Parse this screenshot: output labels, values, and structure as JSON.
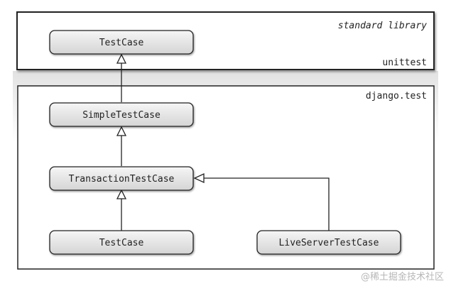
{
  "packages": {
    "stdlib_note": "standard library",
    "unittest": "unittest",
    "django_test": "django.test"
  },
  "classes": {
    "unittest_testcase": "TestCase",
    "simple_testcase": "SimpleTestCase",
    "transaction_testcase": "TransactionTestCase",
    "django_testcase": "TestCase",
    "liveserver_testcase": "LiveServerTestCase"
  },
  "watermark": "@稀土掘金技术社区",
  "colors": {
    "box_fill_top": "#f4f4f4",
    "box_fill_bottom": "#d6d6d6",
    "stroke": "#222222",
    "fade_gray": "#ebebeb"
  }
}
